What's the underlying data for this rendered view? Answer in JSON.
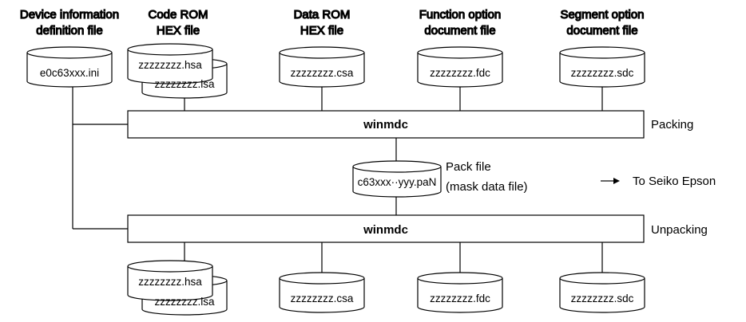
{
  "headers": [
    {
      "id": "device",
      "lines": [
        "Device information",
        "definition file"
      ]
    },
    {
      "id": "code",
      "lines": [
        "Code ROM",
        "HEX file"
      ]
    },
    {
      "id": "data",
      "lines": [
        "Data ROM",
        "HEX file"
      ]
    },
    {
      "id": "function",
      "lines": [
        "Function option",
        "document file"
      ]
    },
    {
      "id": "segment",
      "lines": [
        "Segment option",
        "document file"
      ]
    }
  ],
  "input_files": {
    "device": "e0c63xxx.ini",
    "code_hsa": "zzzzzzzz.hsa",
    "code_lsa": "zzzzzzzz.lsa",
    "data": "zzzzzzzz.csa",
    "function": "zzzzzzzz.fdc",
    "segment": "zzzzzzzz.sdc"
  },
  "packing_bar": {
    "label": "winmdc",
    "side_label": "Packing"
  },
  "pack_file": {
    "name": "c63xxx··yyy.paN",
    "caption_line1": "Pack file",
    "caption_line2": "(mask data file)",
    "destination": "To Seiko Epson"
  },
  "unpacking_bar": {
    "label": "winmdc",
    "side_label": "Unpacking"
  },
  "output_files": {
    "code_hsa": "zzzzzzzz.hsa",
    "code_lsa": "zzzzzzzz.lsa",
    "data": "zzzzzzzz.csa",
    "function": "zzzzzzzz.fdc",
    "segment": "zzzzzzzz.sdc"
  }
}
